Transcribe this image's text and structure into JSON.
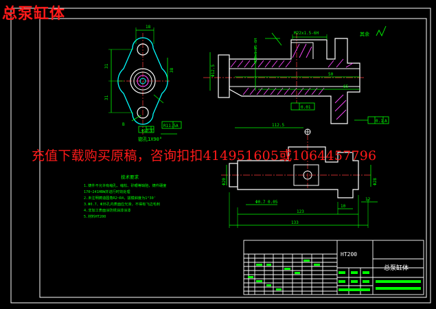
{
  "window_title": "总泵缸体",
  "watermark_ad": "充值下载购买原稿，咨询扣扣414951605或1064457796",
  "material": "HT200",
  "part_name": "总泵缸体",
  "roughness_note": "其余",
  "tech": {
    "title": "技术要求",
    "lines": [
      "1.铸件不允许有缩孔、缩松、砂眼等缺陷，铸件硬度",
      "170~241HBW并进行时效处理",
      "2.未注明铸造圆角R2~R4，拔模斜度为1°30'",
      "3.Φ0.7、Φ35孔内表面应光滑，不得有飞边毛刺",
      "4.非加工表面涂防锈油漆涂漆",
      "5.材料HT200"
    ]
  },
  "dims": {
    "d18": "18",
    "d31a": "31",
    "d31b": "31",
    "d38": "38",
    "r115": "R11.5",
    "d105": "Φ10.5",
    "hole": "锪孔1X90°",
    "m22": "M22x1.5-6H",
    "m10": "M10x1.25-6H",
    "d125b": "Φ12.5",
    "d50": "50",
    "d65": "65",
    "d005": "0.05",
    "d001": "0.01",
    "d01": "0.1",
    "d112": "112.5",
    "d123": "123",
    "d133": "133",
    "d10": "10",
    "d12": "12",
    "d28": "Φ28",
    "d20": "Φ20",
    "tol": "Φ0.7",
    "datumA": "A",
    "datumB": "B"
  },
  "colors": {
    "bg": "#000000",
    "geometry": "#ffffff",
    "dims": "#00ff00",
    "centerline": "#ff3b3b",
    "hatch": "#ff4aff",
    "cyan": "#00ffff",
    "title_red": "#ff1a1a"
  }
}
